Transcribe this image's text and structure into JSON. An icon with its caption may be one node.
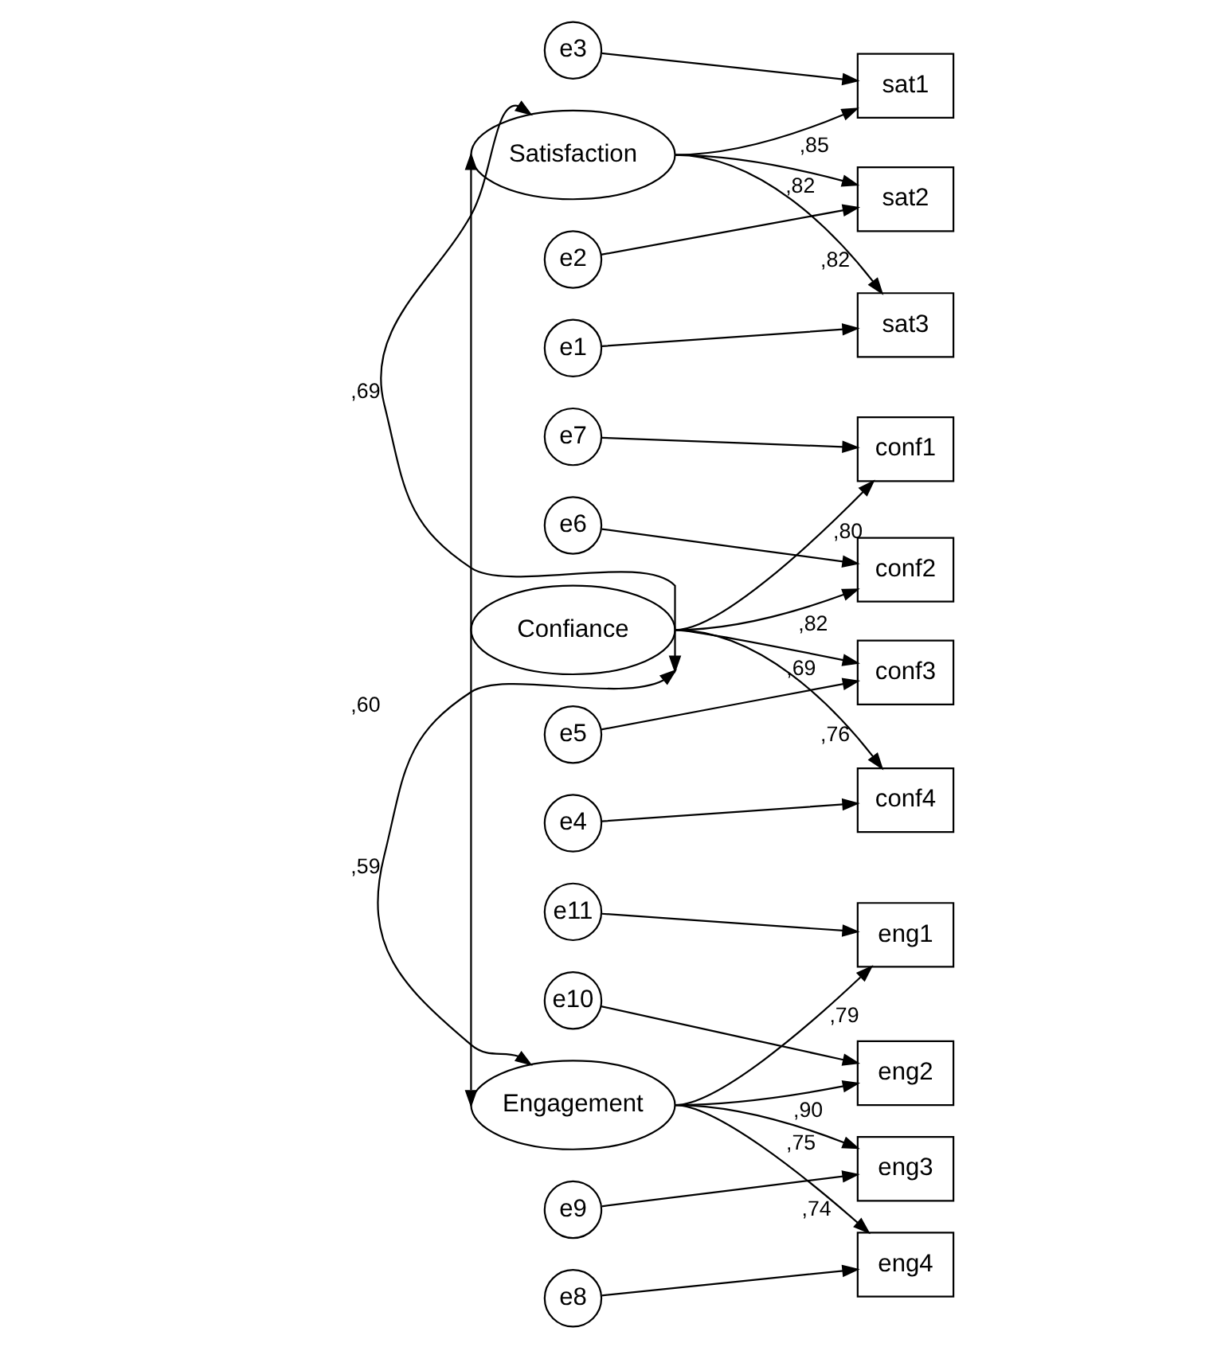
{
  "diagram": {
    "nodes": [
      {
        "text": [
          "e3"
        ]
      },
      {
        "text": [
          "sat1"
        ]
      },
      {
        "text": [
          "e2"
        ]
      },
      {
        "text": [
          "sat2"
        ]
      },
      {
        "text": [
          "e1"
        ]
      },
      {
        "text": [
          "sat3"
        ]
      },
      {
        "text": [
          "Satisfaction"
        ]
      },
      {
        "text": [
          "e7"
        ]
      },
      {
        "text": [
          "conf1"
        ]
      },
      {
        "text": [
          "e6"
        ]
      },
      {
        "text": [
          "conf2"
        ]
      },
      {
        "text": [
          "e5"
        ]
      },
      {
        "text": [
          "conf3"
        ]
      },
      {
        "text": [
          "e4"
        ]
      },
      {
        "text": [
          "conf4"
        ]
      },
      {
        "text": [
          "Confiance"
        ]
      },
      {
        "text": [
          "e11"
        ]
      },
      {
        "text": [
          "eng1"
        ]
      },
      {
        "text": [
          "e10"
        ]
      },
      {
        "text": [
          "eng2"
        ]
      },
      {
        "text": [
          "e9"
        ]
      },
      {
        "text": [
          "eng3"
        ]
      },
      {
        "text": [
          "e8"
        ]
      },
      {
        "text": [
          "eng4"
        ]
      },
      {
        "text": [
          "Engagement"
        ]
      }
    ],
    "edges": [
      {
        "from": 0,
        "to": 1,
        "arrow": "to"
      },
      {
        "from": 2,
        "to": 3,
        "arrow": "to"
      },
      {
        "from": 4,
        "to": 5,
        "arrow": "to"
      },
      {
        "from": 6,
        "to": 1,
        "arrow": "to",
        "label": ",85"
      },
      {
        "from": 6,
        "to": 3,
        "arrow": "to",
        "label": ",82"
      },
      {
        "from": 6,
        "to": 5,
        "arrow": "to",
        "label": ",82"
      },
      {
        "from": 7,
        "to": 8,
        "arrow": "to"
      },
      {
        "from": 9,
        "to": 10,
        "arrow": "to"
      },
      {
        "from": 11,
        "to": 12,
        "arrow": "to"
      },
      {
        "from": 13,
        "to": 14,
        "arrow": "to"
      },
      {
        "from": 15,
        "to": 8,
        "arrow": "to",
        "label": ",80"
      },
      {
        "from": 15,
        "to": 10,
        "arrow": "to",
        "label": ",82"
      },
      {
        "from": 15,
        "to": 12,
        "arrow": "to",
        "label": ",69"
      },
      {
        "from": 15,
        "to": 14,
        "arrow": "to",
        "label": ",76"
      },
      {
        "from": 16,
        "to": 17,
        "arrow": "to"
      },
      {
        "from": 18,
        "to": 19,
        "arrow": "to"
      },
      {
        "from": 20,
        "to": 21,
        "arrow": "to"
      },
      {
        "from": 22,
        "to": 23,
        "arrow": "to"
      },
      {
        "from": 24,
        "to": 17,
        "arrow": "to",
        "label": ",79"
      },
      {
        "from": 24,
        "to": 19,
        "arrow": "to",
        "label": ",90"
      },
      {
        "from": 24,
        "to": 21,
        "arrow": "to",
        "label": ",75"
      },
      {
        "from": 24,
        "to": 23,
        "arrow": "to",
        "label": ",74"
      },
      {
        "from": 6,
        "to": 15,
        "arrow": "both",
        "label": ",69"
      },
      {
        "from": 15,
        "to": 24,
        "arrow": "both",
        "label": ",59"
      },
      {
        "from": 6,
        "to": 24,
        "arrow": "both",
        "label": ",60"
      }
    ]
  }
}
